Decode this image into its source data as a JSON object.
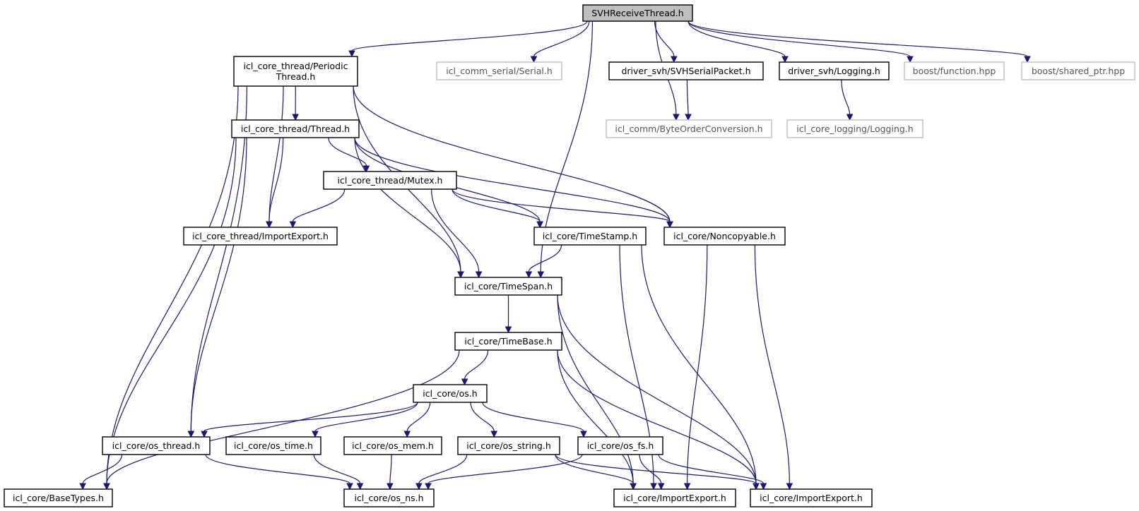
{
  "diagram": {
    "type": "include-dependency-graph",
    "colors": {
      "edge": "#191970",
      "node_border": "#000000",
      "external_border": "#bfbfbf",
      "root_fill": "#bfbfbf",
      "node_fill": "#ffffff"
    },
    "nodes": [
      {
        "id": "root",
        "lines": [
          "SVHReceiveThread.h"
        ],
        "kind": "root"
      },
      {
        "id": "periodic",
        "lines": [
          "icl_core_thread/Periodic",
          "Thread.h"
        ],
        "kind": "normal"
      },
      {
        "id": "serial",
        "lines": [
          "icl_comm_serial/Serial.h"
        ],
        "kind": "external"
      },
      {
        "id": "svhpacket",
        "lines": [
          "driver_svh/SVHSerialPacket.h"
        ],
        "kind": "normal"
      },
      {
        "id": "logging",
        "lines": [
          "driver_svh/Logging.h"
        ],
        "kind": "normal"
      },
      {
        "id": "bfunc",
        "lines": [
          "boost/function.hpp"
        ],
        "kind": "external"
      },
      {
        "id": "bshared",
        "lines": [
          "boost/shared_ptr.hpp"
        ],
        "kind": "external"
      },
      {
        "id": "thread",
        "lines": [
          "icl_core_thread/Thread.h"
        ],
        "kind": "normal"
      },
      {
        "id": "byteorder",
        "lines": [
          "icl_comm/ByteOrderConversion.h"
        ],
        "kind": "external"
      },
      {
        "id": "corelog",
        "lines": [
          "icl_core_logging/Logging.h"
        ],
        "kind": "external"
      },
      {
        "id": "mutex",
        "lines": [
          "icl_core_thread/Mutex.h"
        ],
        "kind": "normal"
      },
      {
        "id": "thimport",
        "lines": [
          "icl_core_thread/ImportExport.h"
        ],
        "kind": "normal"
      },
      {
        "id": "timestamp",
        "lines": [
          "icl_core/TimeStamp.h"
        ],
        "kind": "normal"
      },
      {
        "id": "noncopy",
        "lines": [
          "icl_core/Noncopyable.h"
        ],
        "kind": "normal"
      },
      {
        "id": "timespan",
        "lines": [
          "icl_core/TimeSpan.h"
        ],
        "kind": "normal"
      },
      {
        "id": "timebase",
        "lines": [
          "icl_core/TimeBase.h"
        ],
        "kind": "normal"
      },
      {
        "id": "os",
        "lines": [
          "icl_core/os.h"
        ],
        "kind": "normal"
      },
      {
        "id": "osthread",
        "lines": [
          "icl_core/os_thread.h"
        ],
        "kind": "normal"
      },
      {
        "id": "ostime",
        "lines": [
          "icl_core/os_time.h"
        ],
        "kind": "normal"
      },
      {
        "id": "osmem",
        "lines": [
          "icl_core/os_mem.h"
        ],
        "kind": "normal"
      },
      {
        "id": "osstring",
        "lines": [
          "icl_core/os_string.h"
        ],
        "kind": "normal"
      },
      {
        "id": "osfs",
        "lines": [
          "icl_core/os_fs.h"
        ],
        "kind": "normal"
      },
      {
        "id": "basetypes",
        "lines": [
          "icl_core/BaseTypes.h"
        ],
        "kind": "normal"
      },
      {
        "id": "osns",
        "lines": [
          "icl_core/os_ns.h"
        ],
        "kind": "normal"
      },
      {
        "id": "imp1",
        "lines": [
          "icl_core/ImportExport.h"
        ],
        "kind": "normal"
      },
      {
        "id": "imp2",
        "lines": [
          "icl_core/ImportExport.h"
        ],
        "kind": "normal"
      }
    ],
    "edges": [
      [
        "root",
        "periodic"
      ],
      [
        "root",
        "serial"
      ],
      [
        "root",
        "byteorder"
      ],
      [
        "root",
        "svhpacket"
      ],
      [
        "root",
        "logging"
      ],
      [
        "root",
        "bfunc"
      ],
      [
        "root",
        "bshared"
      ],
      [
        "root",
        "timespan"
      ],
      [
        "svhpacket",
        "byteorder"
      ],
      [
        "logging",
        "corelog"
      ],
      [
        "periodic",
        "thread"
      ],
      [
        "periodic",
        "basetypes"
      ],
      [
        "periodic",
        "osthread"
      ],
      [
        "periodic",
        "thimport"
      ],
      [
        "periodic",
        "timespan"
      ],
      [
        "periodic",
        "noncopy"
      ],
      [
        "thread",
        "mutex"
      ],
      [
        "thread",
        "thimport"
      ],
      [
        "thread",
        "timestamp"
      ],
      [
        "thread",
        "noncopy"
      ],
      [
        "thread",
        "timespan"
      ],
      [
        "thread",
        "basetypes"
      ],
      [
        "thread",
        "osthread"
      ],
      [
        "mutex",
        "thimport"
      ],
      [
        "mutex",
        "timestamp"
      ],
      [
        "mutex",
        "noncopy"
      ],
      [
        "mutex",
        "timespan"
      ],
      [
        "timestamp",
        "timespan"
      ],
      [
        "timestamp",
        "imp1"
      ],
      [
        "timestamp",
        "imp2"
      ],
      [
        "noncopy",
        "imp1"
      ],
      [
        "noncopy",
        "imp2"
      ],
      [
        "timespan",
        "timebase"
      ],
      [
        "timespan",
        "imp1"
      ],
      [
        "timespan",
        "imp2"
      ],
      [
        "timebase",
        "os"
      ],
      [
        "timebase",
        "basetypes"
      ],
      [
        "timebase",
        "imp1"
      ],
      [
        "timebase",
        "imp2"
      ],
      [
        "os",
        "osthread"
      ],
      [
        "os",
        "ostime"
      ],
      [
        "os",
        "osmem"
      ],
      [
        "os",
        "osstring"
      ],
      [
        "os",
        "osfs"
      ],
      [
        "osthread",
        "basetypes"
      ],
      [
        "osthread",
        "osns"
      ],
      [
        "ostime",
        "osns"
      ],
      [
        "osmem",
        "osns"
      ],
      [
        "osstring",
        "osns"
      ],
      [
        "osstring",
        "imp1"
      ],
      [
        "osstring",
        "imp2"
      ],
      [
        "osfs",
        "osns"
      ],
      [
        "osfs",
        "imp1"
      ],
      [
        "osfs",
        "imp2"
      ]
    ]
  }
}
